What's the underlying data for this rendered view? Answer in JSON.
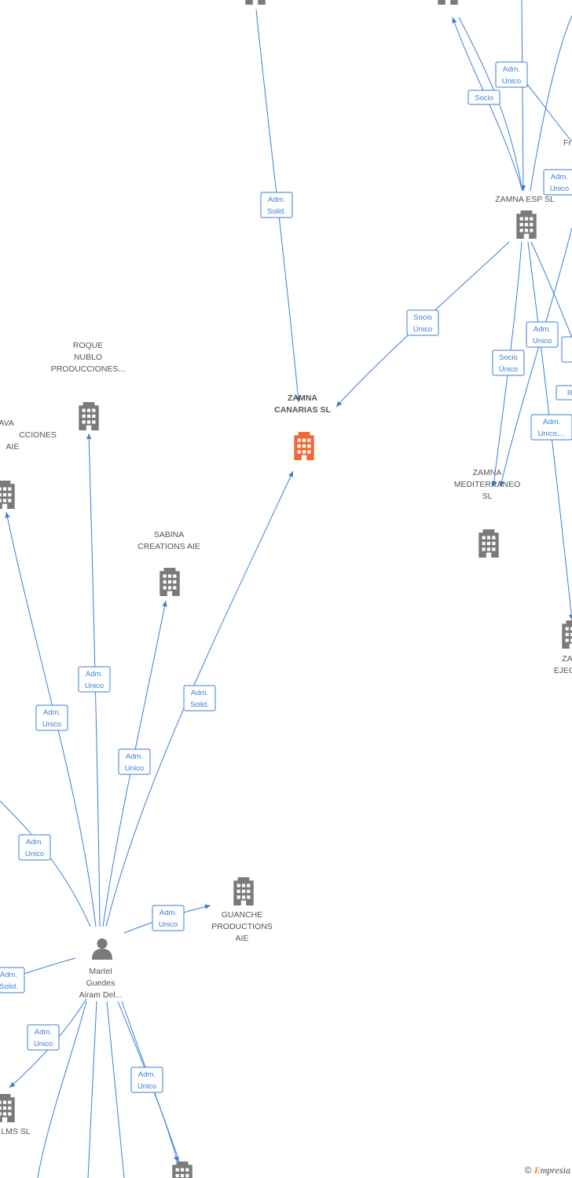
{
  "colors": {
    "edge": "#3a7fd5",
    "node": "#7a7a7a",
    "focus_node": "#f06a35",
    "label": "#555555"
  },
  "nodes": [
    {
      "id": "top_mid",
      "kind": "company",
      "lines": []
    },
    {
      "id": "top_right",
      "kind": "company",
      "lines": []
    },
    {
      "id": "zamna_esp",
      "kind": "company",
      "lines": [
        "ZAMNA ESP  SL"
      ]
    },
    {
      "id": "fr_partial",
      "kind": "text",
      "lines": [
        "Fr"
      ]
    },
    {
      "id": "zamna_canarias",
      "kind": "company",
      "focus": true,
      "lines": [
        "ZAMNA",
        "CANARIAS  SL"
      ]
    },
    {
      "id": "roque_nublo",
      "kind": "company",
      "lines": [
        "ROQUE",
        "NUBLO",
        "PRODUCCIONES..."
      ]
    },
    {
      "id": "ava_left",
      "kind": "company",
      "lines": [
        "AVA",
        "CCIONES",
        "AIE"
      ]
    },
    {
      "id": "sabina",
      "kind": "company",
      "lines": [
        "SABINA",
        "CREATIONS  AIE"
      ]
    },
    {
      "id": "zamna_mediterraneo",
      "kind": "company",
      "lines": [
        "ZAMNA",
        "MEDITERRANEO",
        "SL"
      ]
    },
    {
      "id": "za_ejecu",
      "kind": "company",
      "lines": [
        "ZA",
        "EJECU"
      ]
    },
    {
      "id": "guanche",
      "kind": "company",
      "lines": [
        "GUANCHE",
        "PRODUCTIONS",
        "AIE"
      ]
    },
    {
      "id": "martel",
      "kind": "person",
      "lines": [
        "Martel",
        "Guedes",
        "Airam Del..."
      ]
    },
    {
      "id": "lms",
      "kind": "company",
      "lines": [
        "LMS  SL"
      ]
    },
    {
      "id": "bottom_mid",
      "kind": "company",
      "lines": []
    }
  ],
  "edges": [
    {
      "id": "e1",
      "label": [
        "Adm.",
        "Solid."
      ]
    },
    {
      "id": "e2",
      "label": [
        "Adm.",
        "Unico"
      ]
    },
    {
      "id": "e3",
      "label": [
        "Socio"
      ]
    },
    {
      "id": "e4",
      "label": [
        "Adm.",
        "Unico"
      ]
    },
    {
      "id": "e5",
      "label": [
        "Socio",
        "Único"
      ]
    },
    {
      "id": "e6",
      "label": [
        "Socio",
        "Único"
      ]
    },
    {
      "id": "e7",
      "label": [
        "Adm.",
        "Unico"
      ]
    },
    {
      "id": "e8",
      "label": [
        "A",
        "U"
      ]
    },
    {
      "id": "e9",
      "label": [
        "Re"
      ]
    },
    {
      "id": "e10",
      "label": [
        "Adm.",
        "Unico,..."
      ]
    },
    {
      "id": "e11",
      "label": [
        "Adm.",
        "Unico"
      ]
    },
    {
      "id": "e12",
      "label": [
        "Adm.",
        "Unico"
      ]
    },
    {
      "id": "e13",
      "label": [
        "Adm.",
        "Solid."
      ]
    },
    {
      "id": "e14",
      "label": [
        "Adm.",
        "Unico"
      ]
    },
    {
      "id": "e15",
      "label": [
        "Adm.",
        "Unico"
      ]
    },
    {
      "id": "e16",
      "label": [
        "Adm.",
        "Unico"
      ]
    },
    {
      "id": "e17",
      "label": [
        "Adm.",
        "Unico"
      ]
    },
    {
      "id": "e18",
      "label": [
        "Adm.",
        "Solid."
      ]
    },
    {
      "id": "e19",
      "label": [
        "Adm.",
        "Unico"
      ]
    },
    {
      "id": "e20",
      "label": [
        "Adm.",
        "Unico"
      ]
    },
    {
      "id": "e21",
      "label": [
        "Adm.",
        "Unico"
      ]
    }
  ],
  "copyright": {
    "symbol": "©",
    "brand_initial": "E",
    "brand_rest": "mpresia"
  }
}
